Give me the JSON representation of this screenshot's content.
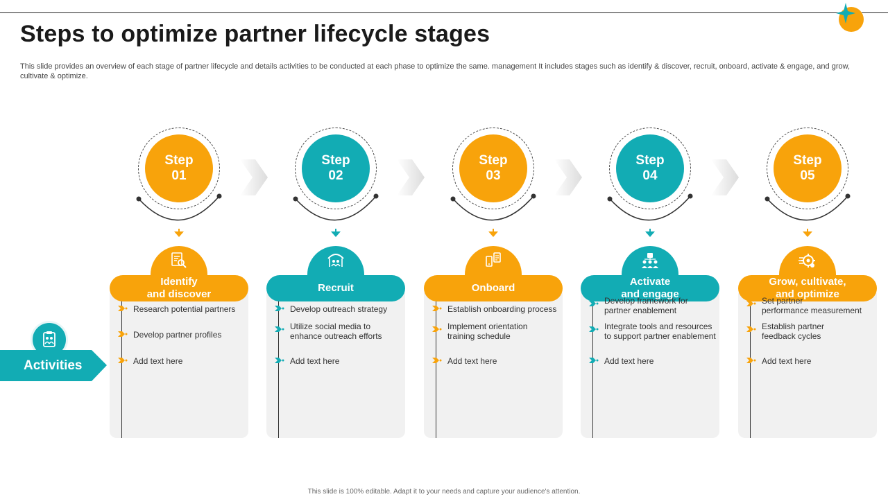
{
  "title": "Steps to optimize partner lifecycle stages",
  "subtitle": "This slide provides an overview of each stage of partner lifecycle and details activities to be conducted at each phase to optimize the same. management It includes stages such as identify & discover, recruit, onboard, activate & engage, and grow, cultivate & optimize.",
  "activities_label": "Activities",
  "footer": "This slide is 100% editable. Adapt it to your needs and capture your audience's attention.",
  "colors": {
    "orange": "#f8a30b",
    "teal": "#12acb4",
    "card": "#f1f1f1"
  },
  "steps": [
    {
      "step_word": "Step",
      "number": "01",
      "color": "orange",
      "icon": "search-document-icon",
      "stage": "Identify\nand discover",
      "items": [
        "Research potential partners",
        "Develop partner profiles",
        "Add text here"
      ]
    },
    {
      "step_word": "Step",
      "number": "02",
      "color": "teal",
      "icon": "recruit-people-icon",
      "stage": "Recruit",
      "items": [
        "Develop outreach strategy",
        "Utilize social media to\nenhance outreach efforts",
        "Add text here"
      ]
    },
    {
      "step_word": "Step",
      "number": "03",
      "color": "orange",
      "icon": "onboard-devices-icon",
      "stage": "Onboard",
      "items": [
        "Establish onboarding process",
        "Implement orientation\ntraining schedule",
        "Add text here"
      ]
    },
    {
      "step_word": "Step",
      "number": "04",
      "color": "teal",
      "icon": "team-network-icon",
      "stage": "Activate\nand engage",
      "items": [
        "Develop framework for\npartner enablement",
        "Integrate tools and resources\nto support partner enablement",
        "Add text here"
      ]
    },
    {
      "step_word": "Step",
      "number": "05",
      "color": "orange",
      "icon": "growth-gear-icon",
      "stage": "Grow, cultivate,\nand optimize",
      "items": [
        "Set partner\nperformance measurement",
        "Establish partner\nfeedback cycles",
        "Add text here"
      ]
    }
  ]
}
